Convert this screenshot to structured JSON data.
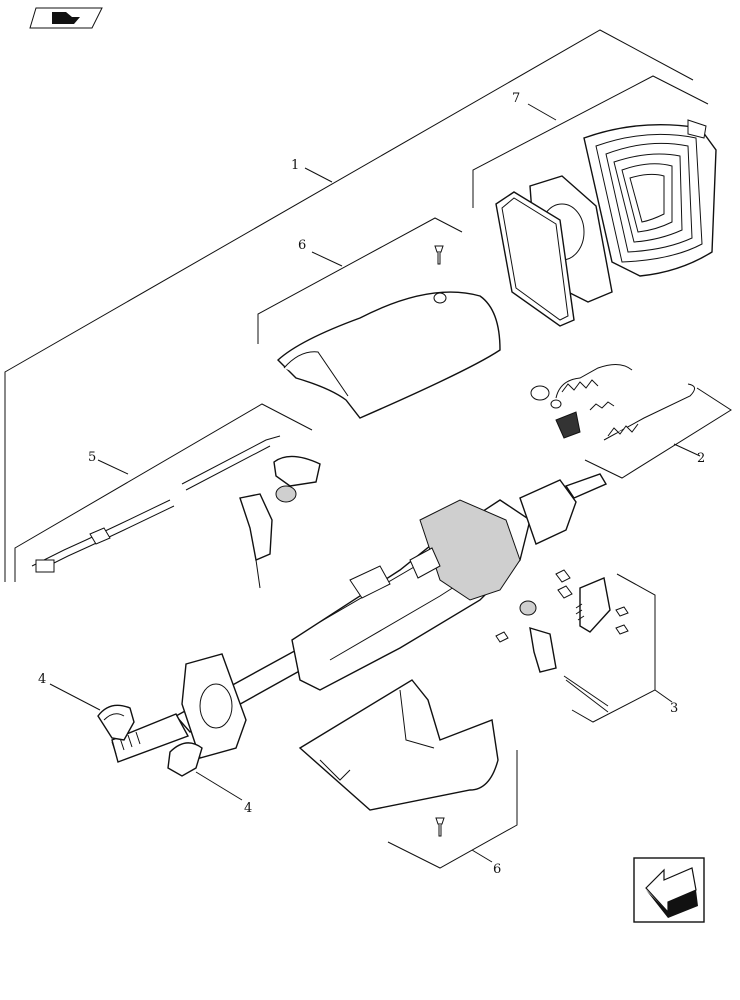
{
  "callouts": {
    "c1": "1",
    "c2": "2",
    "c3": "3",
    "c4a": "4",
    "c4b": "4",
    "c5": "5",
    "c6a": "6",
    "c6b": "6",
    "c7": "7"
  },
  "icons": {
    "top_left": "book-reference-icon",
    "bottom_right": "direction-arrow-icon"
  }
}
